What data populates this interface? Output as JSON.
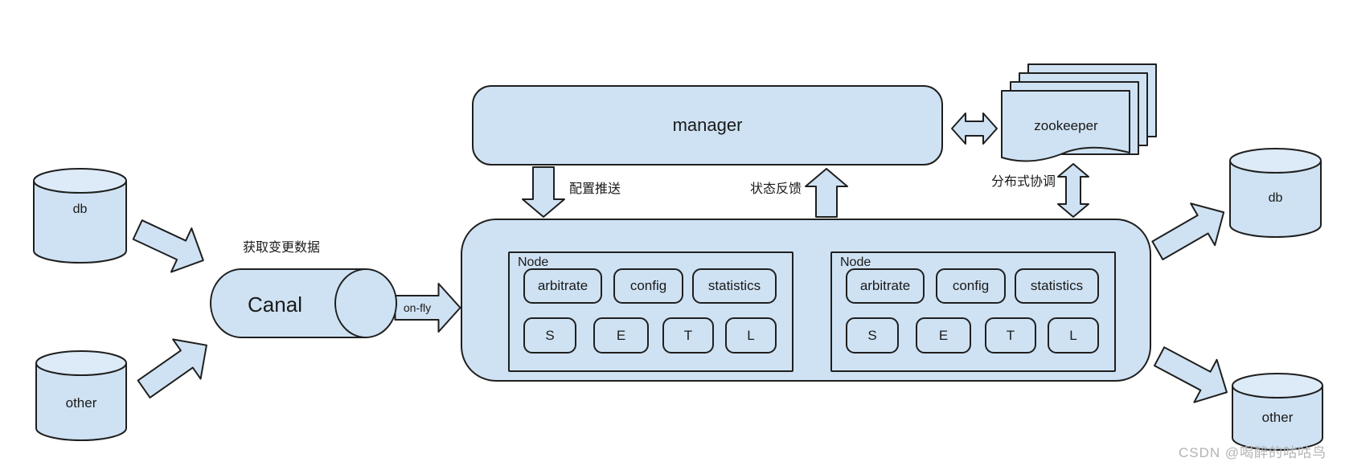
{
  "diagram": {
    "manager": {
      "label": "manager"
    },
    "zookeeper": {
      "label": "zookeeper"
    },
    "canal": {
      "label": "Canal",
      "caption": "获取变更数据"
    },
    "flow_labels": {
      "on_fly": "on-fly",
      "config_push": "配置推送",
      "status_feedback": "状态反馈",
      "distributed_coordination": "分布式协调"
    },
    "sources": [
      {
        "label": "db"
      },
      {
        "label": "other"
      }
    ],
    "targets": [
      {
        "label": "db"
      },
      {
        "label": "other"
      }
    ],
    "nodes": [
      {
        "title": "Node",
        "modules": [
          "arbitrate",
          "config",
          "statistics"
        ],
        "stages": [
          "S",
          "E",
          "T",
          "L"
        ]
      },
      {
        "title": "Node",
        "modules": [
          "arbitrate",
          "config",
          "statistics"
        ],
        "stages": [
          "S",
          "E",
          "T",
          "L"
        ]
      }
    ],
    "watermark": "CSDN @喝醉的咕咕鸟",
    "colors": {
      "shape_fill": "#cfe2f3",
      "shape_fill_light": "#ddeaf7",
      "stroke": "#1f1f1f",
      "watermark": "#b3b3b3"
    }
  }
}
